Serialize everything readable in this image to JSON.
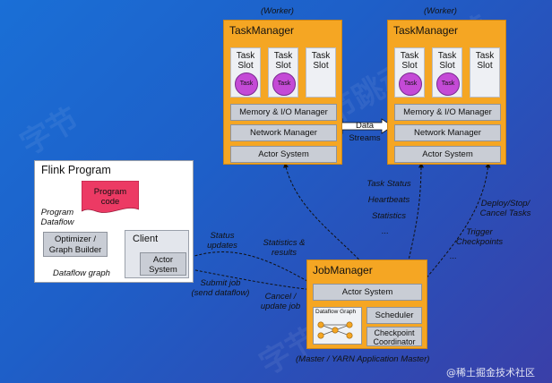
{
  "workers": {
    "left_caption": "(Worker)",
    "right_caption": "(Worker)"
  },
  "taskmanager_left": {
    "title": "TaskManager",
    "slots": [
      {
        "label": "Task\nSlot",
        "task": "Task"
      },
      {
        "label": "Task\nSlot",
        "task": "Task"
      },
      {
        "label": "Task\nSlot",
        "task": ""
      }
    ],
    "memory": "Memory & I/O Manager",
    "network": "Network Manager",
    "actor": "Actor System"
  },
  "taskmanager_right": {
    "title": "TaskManager",
    "slots": [
      {
        "label": "Task\nSlot",
        "task": "Task"
      },
      {
        "label": "Task\nSlot",
        "task": "Task"
      },
      {
        "label": "Task\nSlot",
        "task": ""
      }
    ],
    "memory": "Memory & I/O Manager",
    "network": "Network Manager",
    "actor": "Actor System"
  },
  "data_streams": "Data Streams",
  "labels": {
    "task_status": "Task Status",
    "heartbeats": "Heartbeats",
    "statistics": "Statistics",
    "dots_mid": "...",
    "deploy": "Deploy/Stop/\nCancel Tasks",
    "trigger": "Trigger\nCheckpoints",
    "dots_right": "...",
    "status_updates": "Status\nupdates",
    "stats_results": "Statistics &\nresults",
    "submit_job": "Submit job\n(send dataflow)",
    "cancel_job": "Cancel /\nupdate job"
  },
  "flink_program": {
    "title": "Flink Program",
    "program_code": "Program\ncode",
    "program_dataflow": "Program\nDataflow",
    "optimizer": "Optimizer /\nGraph Builder",
    "dataflow_graph": "Dataflow graph",
    "client": "Client",
    "actor": "Actor\nSystem"
  },
  "jobmanager": {
    "title": "JobManager",
    "actor": "Actor System",
    "dataflow_graph": "Dataflow Graph",
    "scheduler": "Scheduler",
    "checkpoint": "Checkpoint\nCoordinator",
    "caption": "(Master / YARN Application Master)"
  },
  "watermark": "@稀土掘金技术社区",
  "colors": {
    "orange": "#f5a623",
    "task_purple": "#c44ad6",
    "program_code_pink": "#ec3a64",
    "grey_box": "#c9cdd5"
  }
}
